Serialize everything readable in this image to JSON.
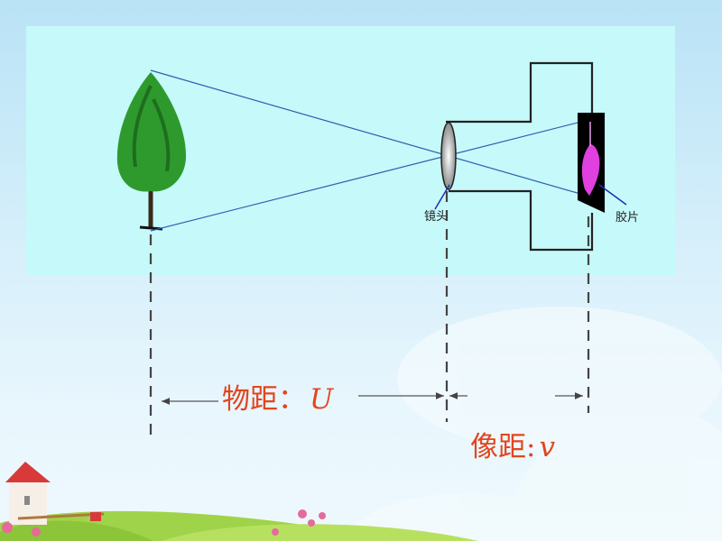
{
  "diagram": {
    "lens_label": "镜头",
    "film_label": "胶片",
    "object_distance_label": "物距：",
    "object_distance_symbol": "U",
    "image_distance_label": "像距:",
    "image_distance_symbol": "v"
  },
  "colors": {
    "panel": "#c6f9f9",
    "ray": "#2c5fb0",
    "label_red": "#e2451e",
    "tree": "#2e9a2e",
    "image_leaf": "#e040e0"
  }
}
